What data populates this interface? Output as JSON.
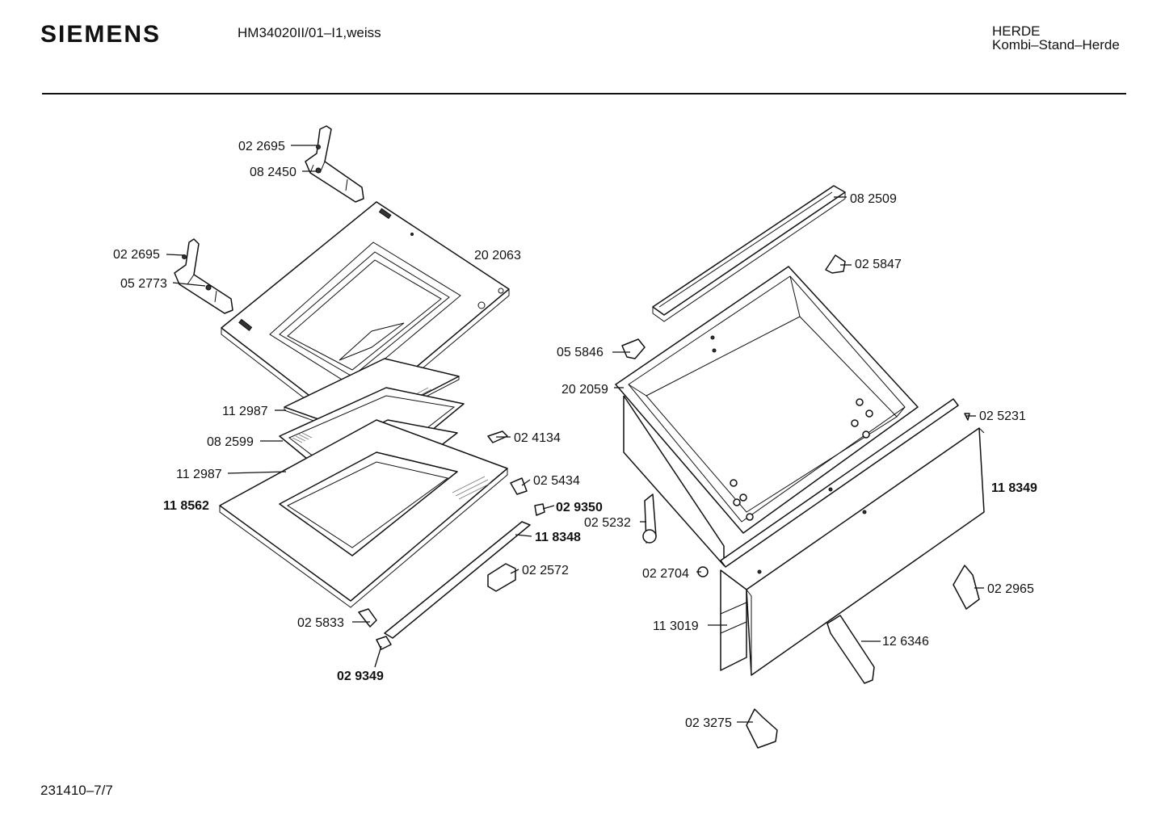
{
  "header": {
    "brand": "SIEMENS",
    "model": "HM34020II/01–I1,weiss",
    "category_line1": "HERDE",
    "category_line2": "Kombi–Stand–Herde"
  },
  "footer": {
    "code": "231410–7/7"
  },
  "parts": {
    "p022695a": "02 2695",
    "p082450": "08 2450",
    "p022695b": "02 2695",
    "p052773": "05 2773",
    "p202063": "20 2063",
    "p112987a": "11 2987",
    "p082599": "08 2599",
    "p112987b": "11 2987",
    "p118562": "11 8562",
    "p024134": "02 4134",
    "p025434": "02 5434",
    "p029350": "02 9350",
    "p118348": "11 8348",
    "p022572": "02 2572",
    "p025833": "02 5833",
    "p029349": "02 9349",
    "p082509": "08 2509",
    "p025847": "02 5847",
    "p055846": "05 5846",
    "p202059": "20 2059",
    "p025231": "02 5231",
    "p118349": "11 8349",
    "p025232": "02 5232",
    "p022704": "02 2704",
    "p113019": "11 3019",
    "p126346": "12 6346",
    "p022965": "02 2965",
    "p023275": "02 3275"
  }
}
